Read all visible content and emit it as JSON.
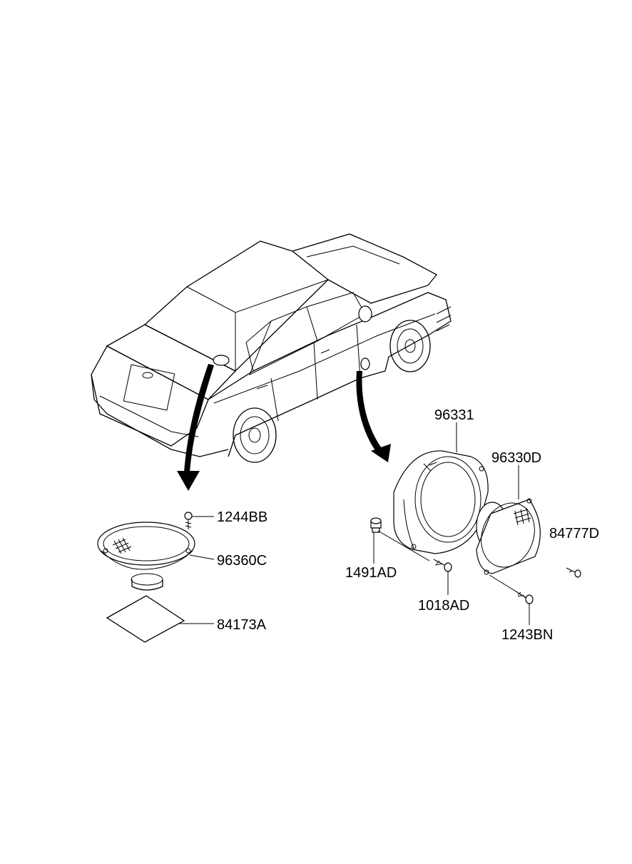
{
  "parts": {
    "p1244BB": "1244BB",
    "p96360C": "96360C",
    "p84173A": "84173A",
    "p96331": "96331",
    "p96330D": "96330D",
    "p84777D": "84777D",
    "p1491AD": "1491AD",
    "p1018AD": "1018AD",
    "p1243BN": "1243BN"
  },
  "colors": {
    "line": "#000000",
    "background": "#ffffff"
  }
}
